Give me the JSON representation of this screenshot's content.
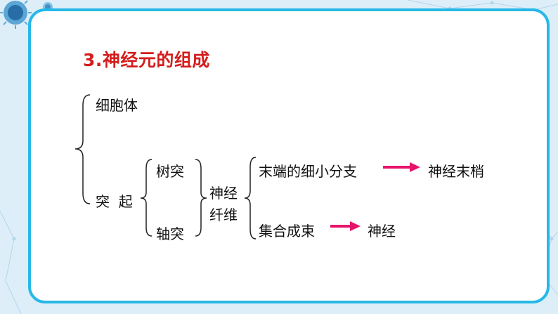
{
  "title": "3.神经元的组成",
  "diagram": {
    "cell_body": "细胞体",
    "process": "突  起",
    "dendrite": "树突",
    "axon": "轴突",
    "nerve_fiber_line1": "神经",
    "nerve_fiber_line2": "纤维",
    "fine_branches": "末端的细小分支",
    "nerve_endings": "神经末梢",
    "bundled": "集合成束",
    "nerve": "神经"
  },
  "colors": {
    "border": "#27b8e8",
    "title": "#d31d1d",
    "arrow": "#e8136b"
  }
}
